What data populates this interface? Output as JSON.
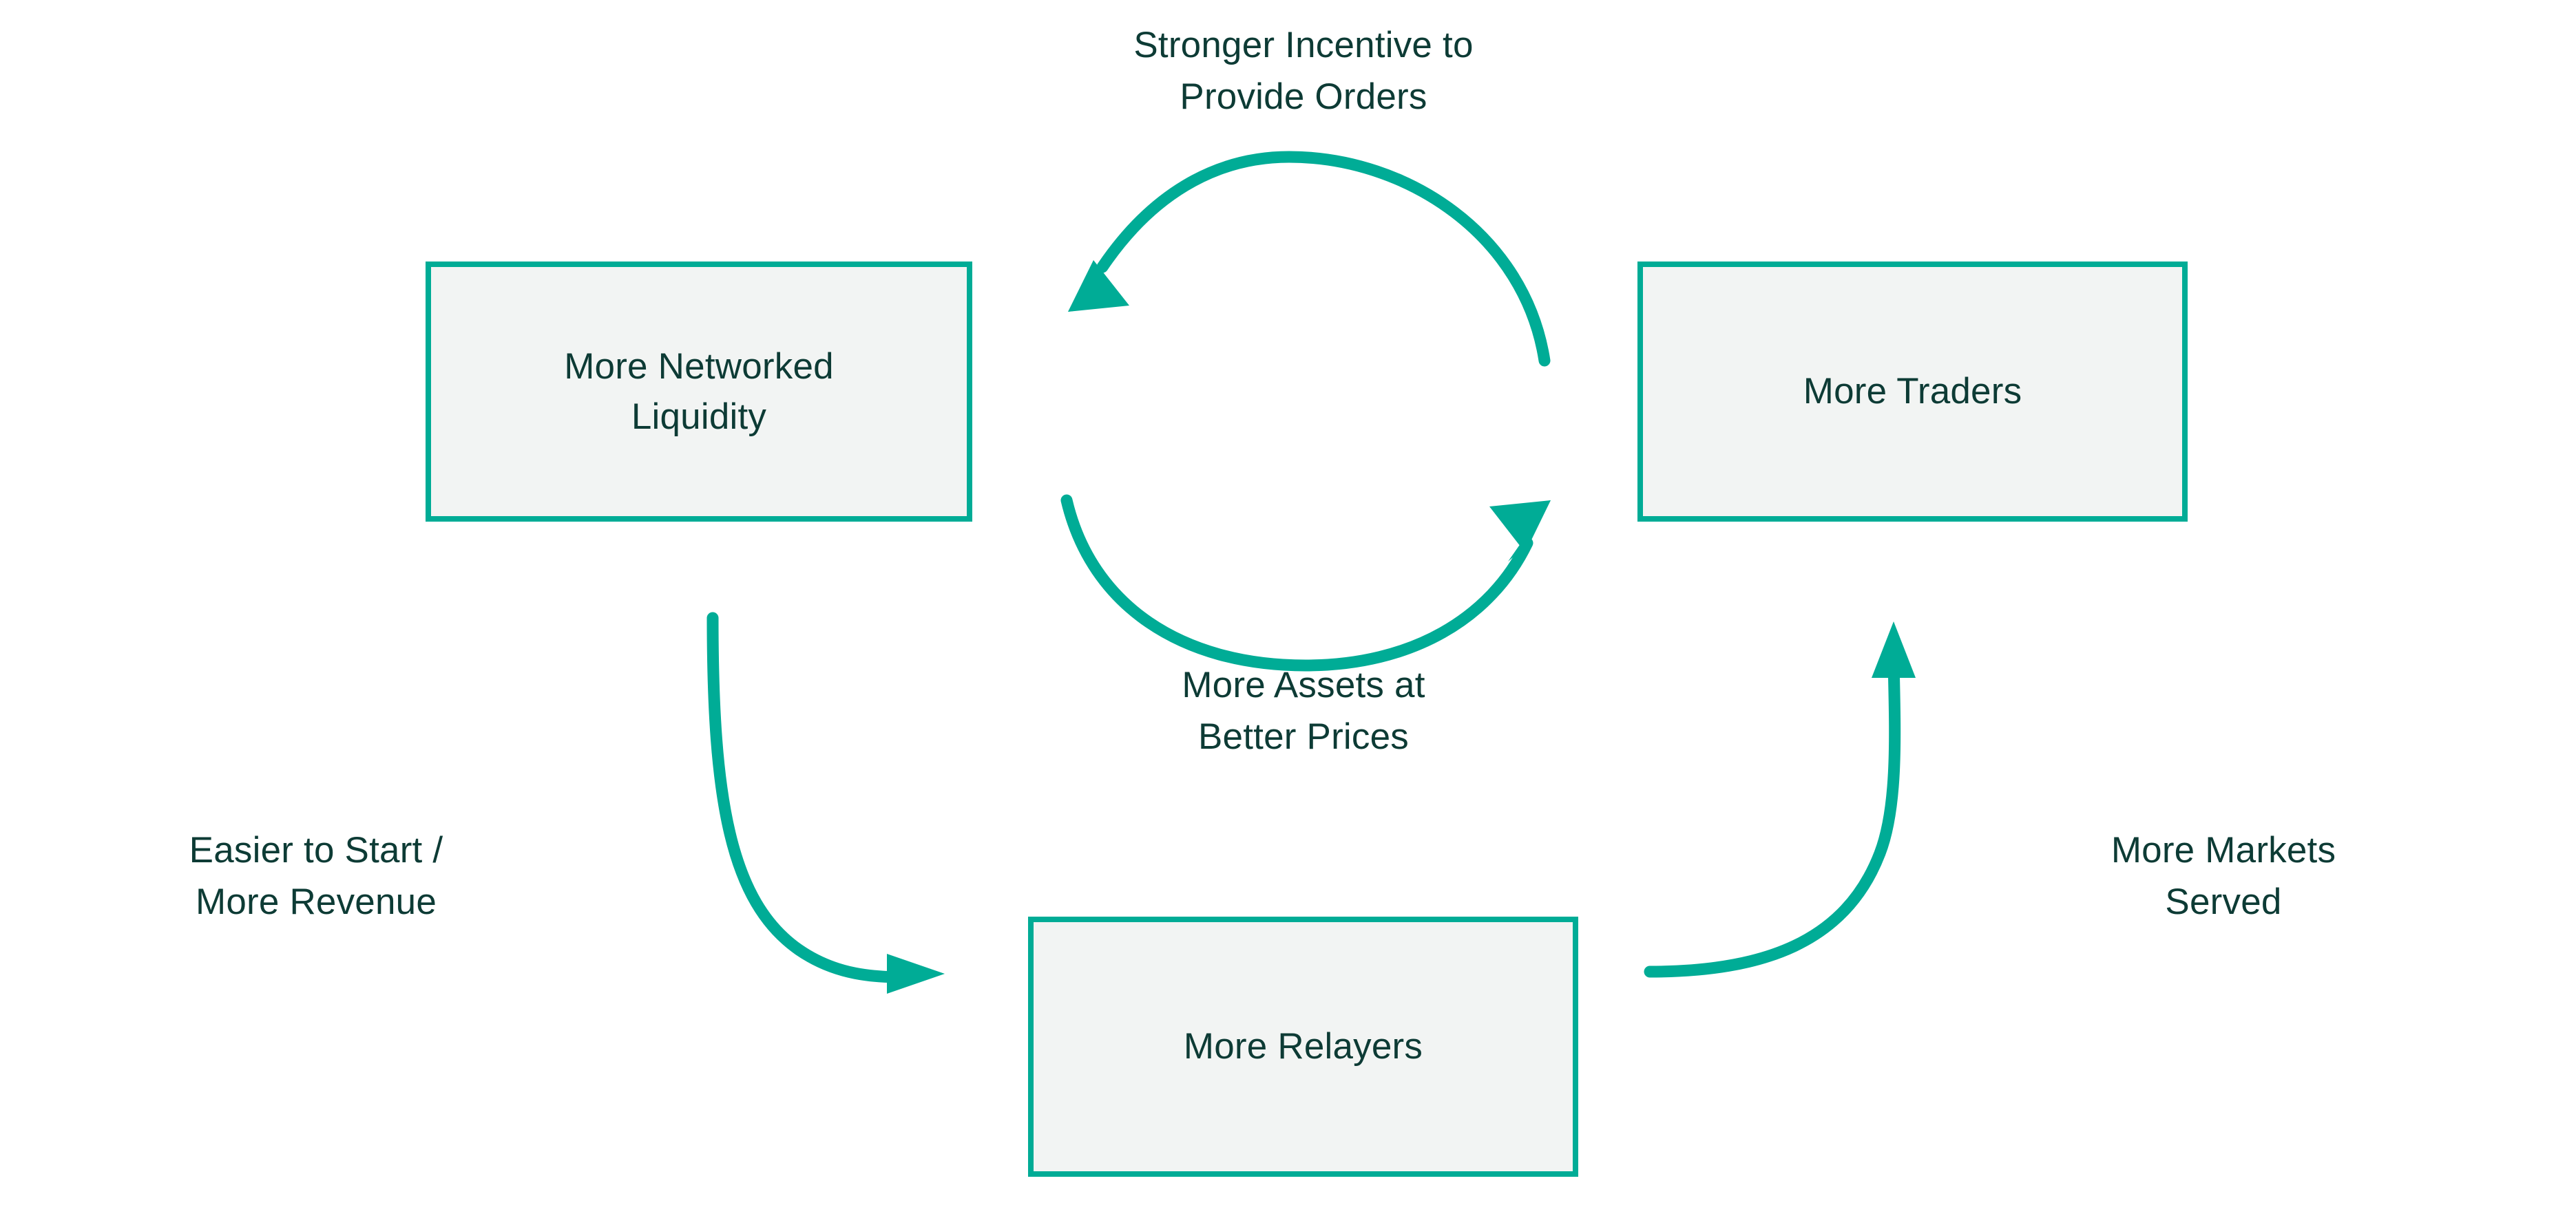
{
  "diagram": {
    "title": "Network Effects Flywheel",
    "background_color": "#FFFFFF",
    "accent_color": "#00AC96",
    "box_fill_color": "#F2F4F3",
    "text_color": "#0D3B35",
    "nodes": [
      {
        "id": "networked-liquidity",
        "label": "More Networked\nLiquidity"
      },
      {
        "id": "more-traders",
        "label": "More Traders"
      },
      {
        "id": "more-relayers",
        "label": "More Relayers"
      }
    ],
    "edge_labels": [
      {
        "id": "stronger-incentive",
        "label": "Stronger Incentive to\nProvide Orders"
      },
      {
        "id": "more-assets",
        "label": "More Assets at\nBetter Prices"
      },
      {
        "id": "easier-to-start",
        "label": "Easier to Start /\nMore Revenue"
      },
      {
        "id": "more-markets",
        "label": "More Markets\nServed"
      }
    ],
    "edges": [
      {
        "id": "traders-to-liquidity",
        "from": "more-traders",
        "to": "networked-liquidity",
        "label_id": "stronger-incentive"
      },
      {
        "id": "liquidity-to-traders",
        "from": "networked-liquidity",
        "to": "more-traders",
        "label_id": "more-assets"
      },
      {
        "id": "liquidity-to-relayers",
        "from": "networked-liquidity",
        "to": "more-relayers",
        "label_id": "easier-to-start"
      },
      {
        "id": "relayers-to-traders",
        "from": "more-relayers",
        "to": "more-traders",
        "label_id": "more-markets"
      }
    ]
  }
}
